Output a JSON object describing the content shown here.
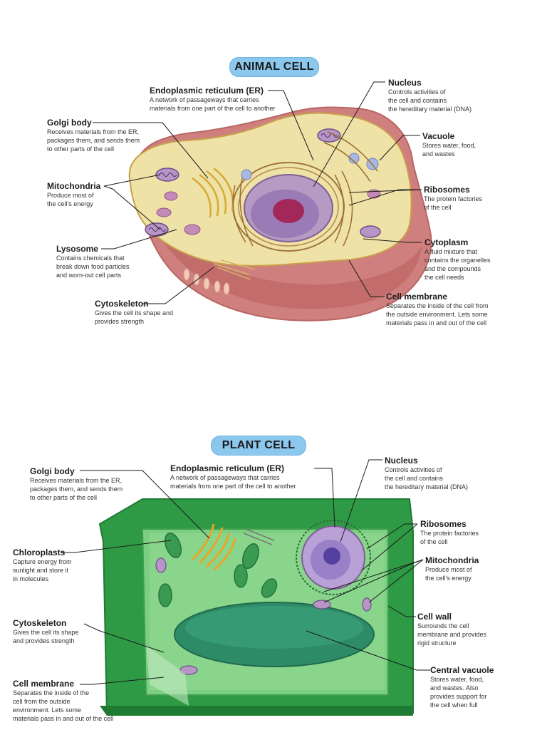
{
  "animal": {
    "title": "ANIMAL CELL",
    "labels": {
      "er": {
        "name": "Endoplasmic reticulum (ER)",
        "desc": "A network of passageways that carries\nmaterials from one part of the cell to another"
      },
      "nucleus": {
        "name": "Nucleus",
        "desc": "Controls activities of\nthe cell and contains\nthe hereditary material (DNA)"
      },
      "golgi": {
        "name": "Golgi body",
        "desc": "Receives materials from the ER,\npackages them, and sends them\nto other parts of the cell"
      },
      "vacuole": {
        "name": "Vacuole",
        "desc": "Stores water, food,\nand wastes"
      },
      "mitochondria": {
        "name": "Mitochondria",
        "desc": "Produce most of\nthe cell's energy"
      },
      "ribosomes": {
        "name": "Ribosomes",
        "desc": "The protein factories\nof the cell"
      },
      "lysosome": {
        "name": "Lysosome",
        "desc": "Contains chemicals that\nbreak down food particles\nand worn-out cell parts"
      },
      "cytoplasm": {
        "name": "Cytoplasm",
        "desc": "A fluid mixture that\ncontains the organelles\nand the compounds\nthe cell needs"
      },
      "cytoskeleton": {
        "name": "Cytoskeleton",
        "desc": "Gives the cell its shape and\nprovides strength"
      },
      "membrane": {
        "name": "Cell membrane",
        "desc": "Separates the inside of the cell from\nthe outside environment. Lets some\nmaterials pass in and out of the cell"
      }
    }
  },
  "plant": {
    "title": "PLANT CELL",
    "labels": {
      "golgi": {
        "name": "Golgi body",
        "desc": "Receives materials from the ER,\npackages them, and sends them\nto other parts of the cell"
      },
      "er": {
        "name": "Endoplasmic reticulum (ER)",
        "desc": "A network of passageways that carries\nmaterials from one part of the cell to another"
      },
      "nucleus": {
        "name": "Nucleus",
        "desc": "Controls activities of\nthe cell and contains\nthe hereditary material (DNA)"
      },
      "ribosomes": {
        "name": "Ribosomes",
        "desc": "The protein factories\nof the cell"
      },
      "chloroplasts": {
        "name": "Chloroplasts",
        "desc": "Capture energy from\nsunlight and store it\nin molecules"
      },
      "mitochondria": {
        "name": "Mitochondria",
        "desc": "Produce most of\nthe cell's energy"
      },
      "cytoskeleton": {
        "name": "Cytoskeleton",
        "desc": "Gives the cell its shape\nand provides strength"
      },
      "wall": {
        "name": "Cell wall",
        "desc": "Surrounds the cell\nmembrane and provides\nrigid structure"
      },
      "membrane": {
        "name": "Cell membrane",
        "desc": "Separates the inside of the\ncell from the outside\nenvironment. Lets some\nmaterials pass in and out of the cell"
      },
      "central_vacuole": {
        "name": "Central vacuole",
        "desc": "Stores water, food,\nand wastes. Also\nprovides support for\nthe cell when full"
      }
    }
  },
  "colors": {
    "title_pill": "#8cc8ee",
    "animal_cytoplasm": "#efe2a6",
    "animal_membrane": "#d98b87",
    "plant_wall": "#2f9a45",
    "plant_vacuole": "#2e8b68",
    "nucleus_purple": "#9a7bb5"
  }
}
